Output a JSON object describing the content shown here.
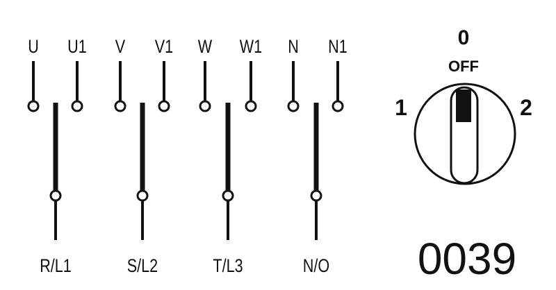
{
  "terminals_top": [
    "U",
    "U1",
    "V",
    "V1",
    "W",
    "W1",
    "N",
    "N1"
  ],
  "terminals_bottom": [
    "R/L1",
    "S/L2",
    "T/L3",
    "N/O"
  ],
  "switch": {
    "pos_0": "0",
    "pos_0_label": "OFF",
    "pos_1": "1",
    "pos_2": "2"
  },
  "model_number": "0039"
}
